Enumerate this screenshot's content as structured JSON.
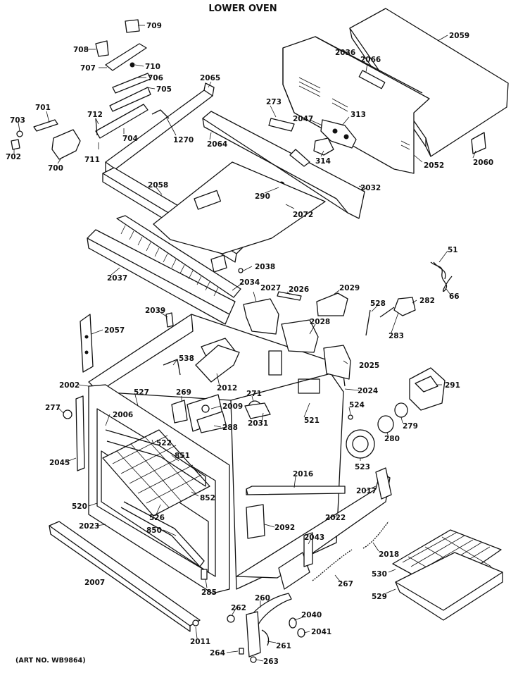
{
  "title": "LOWER OVEN",
  "art_number": "(ART NO. WB9864)",
  "labels": [
    "709",
    "708",
    "710",
    "707",
    "706",
    "705",
    "2065",
    "701",
    "703",
    "712",
    "702",
    "704",
    "1270",
    "711",
    "700",
    "2064",
    "273",
    "2047",
    "313",
    "314",
    "2036",
    "2066",
    "2059",
    "2052",
    "2060",
    "2058",
    "290",
    "2032",
    "2072",
    "51",
    "66",
    "2038",
    "2037",
    "2034",
    "2027",
    "2026",
    "2029",
    "528",
    "282",
    "283",
    "2039",
    "2057",
    "2028",
    "2025",
    "538",
    "2012",
    "2002",
    "527",
    "269",
    "2009",
    "277",
    "2006",
    "288",
    "2007",
    "271",
    "2031",
    "2024",
    "524",
    "291",
    "521",
    "279",
    "280",
    "523",
    "2045",
    "522",
    "851",
    "852",
    "2016",
    "520",
    "526",
    "850",
    "2017",
    "2023",
    "2092",
    "2022",
    "2043",
    "2018",
    "285",
    "530",
    "267",
    "529",
    "262",
    "260",
    "2040",
    "2041",
    "2011",
    "261",
    "264",
    "263"
  ]
}
